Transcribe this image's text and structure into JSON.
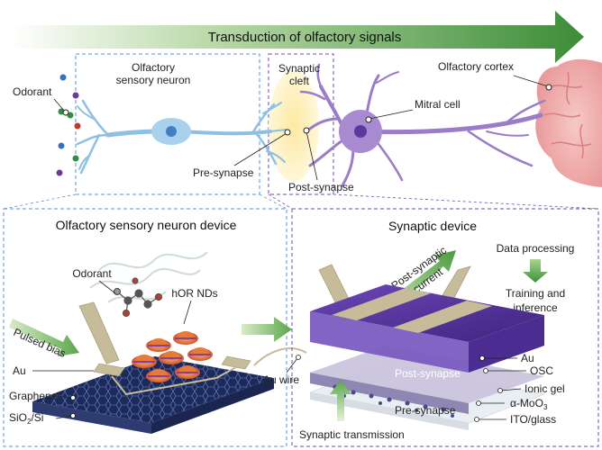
{
  "top": {
    "banner": "Transduction of olfactory signals",
    "odorant": "Odorant",
    "osn_line1": "Olfactory",
    "osn_line2": "sensory neuron",
    "cleft_line1": "Synaptic",
    "cleft_line2": "cleft",
    "cortex": "Olfactory cortex",
    "mitral": "Mitral cell",
    "pre": "Pre-synapse",
    "post": "Post-synapse"
  },
  "left": {
    "title": "Olfactory sensory neuron device",
    "odorant": "Odorant",
    "hor": "hOR NDs",
    "pulsed": "Pulsed bias",
    "au": "Au",
    "graphene": "Graphene",
    "sio2_main": "SiO",
    "sio2_sub": "2",
    "sio2_tail": "/Si"
  },
  "middle": {
    "au_wire": "Au wire"
  },
  "right": {
    "title": "Synaptic device",
    "post_current_line1": "Post-synaptic",
    "post_current_line2": "current",
    "data_processing": "Data processing",
    "training_line1": "Training and",
    "training_line2": "inference",
    "au": "Au",
    "osc": "OSC",
    "ionic": "Ionic gel",
    "moo3_main": "α-MoO",
    "moo3_sub": "3",
    "ito": "ITO/glass",
    "post_layer": "Post-synapse",
    "pre_layer": "Pre-synapse",
    "transmission": "Synaptic transmission"
  },
  "colors": {
    "banner_green": "#3f8f3a",
    "neuron_blue": "#8ec0e4",
    "mitral_purple": "#9b7cc6",
    "cleft_yellow": "#fbe9a8",
    "brain_pink": "#f2b8b8",
    "osc_purple": "#5a3aa0",
    "graphene_navy": "#1c2a5a"
  }
}
